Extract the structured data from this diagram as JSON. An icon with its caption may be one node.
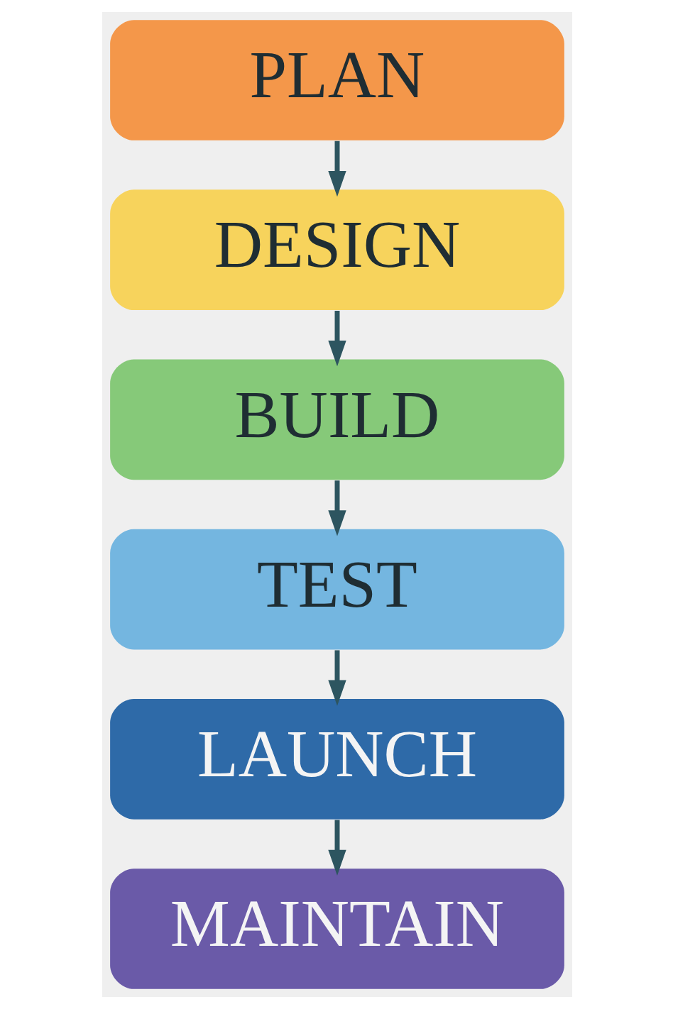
{
  "diagram": {
    "nodes": [
      {
        "text": [
          "PLAN"
        ]
      },
      {
        "text": [
          "DESIGN"
        ]
      },
      {
        "text": [
          "BUILD"
        ]
      },
      {
        "text": [
          "TEST"
        ]
      },
      {
        "text": [
          "LAUNCH"
        ]
      },
      {
        "text": [
          "MAINTAIN"
        ]
      }
    ],
    "edges": [
      {
        "from": 0,
        "to": 1,
        "arrow": "to"
      },
      {
        "from": 1,
        "to": 2,
        "arrow": "to"
      },
      {
        "from": 2,
        "to": 3,
        "arrow": "to"
      },
      {
        "from": 3,
        "to": 4,
        "arrow": "to"
      },
      {
        "from": 4,
        "to": 5,
        "arrow": "to"
      }
    ]
  }
}
